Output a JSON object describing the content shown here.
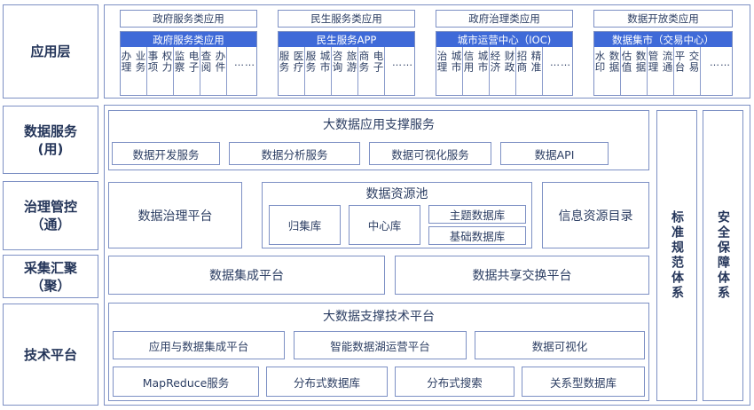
{
  "layers": {
    "app": "应用层",
    "data_service": [
      "数据服务",
      "(用)"
    ],
    "governance": [
      "治理管控",
      "（通）"
    ],
    "collect": [
      "采集汇聚",
      "（聚）"
    ],
    "tech": "技术平台"
  },
  "app_groups": [
    {
      "title": "政府服务类应用",
      "header": "政府服务类应用",
      "items": [
        [
          "业务",
          "办理"
        ],
        [
          "权力",
          "事项"
        ],
        [
          "电子",
          "监察"
        ],
        [
          "办件",
          "查阅"
        ]
      ],
      "more": "……"
    },
    {
      "title": "民生服务类应用",
      "header": "民生服务APP",
      "items": [
        [
          "医疗",
          "服务"
        ],
        [
          "城市",
          "服务"
        ],
        [
          "旅游",
          "咨询"
        ],
        [
          "电子",
          "商务"
        ]
      ],
      "more": "……"
    },
    {
      "title": "政府治理类应用",
      "header": "城市运营中心（IOC)",
      "items": [
        [
          "城市",
          "治理"
        ],
        [
          "城市",
          "信用"
        ],
        [
          "财政",
          "经济"
        ],
        [
          "精准",
          "招商"
        ]
      ],
      "more": "……"
    },
    {
      "title": "数据开放类应用",
      "header": "数据集市（交易中心）",
      "items": [
        [
          "数据",
          "水印"
        ],
        [
          "数据",
          "估值"
        ],
        [
          "流通",
          "管理"
        ],
        [
          "交易",
          "平台"
        ]
      ],
      "more": "……"
    }
  ],
  "data_service": {
    "title": "大数据应用支撑服务",
    "items": [
      "数据开发服务",
      "数据分析服务",
      "数据可视化服务",
      "数据API"
    ]
  },
  "governance": {
    "platform": "数据治理平台",
    "pool": {
      "title": "数据资源池",
      "collect_db": "归集库",
      "center_db": "中心库",
      "theme_db": "主题数据库",
      "base_db": "基础数据库"
    },
    "catalog": "信息资源目录"
  },
  "collect": {
    "integration": "数据集成平台",
    "exchange": "数据共享交换平台"
  },
  "tech": {
    "title": "大数据支撑技术平台",
    "row1": [
      "应用与数据集成平台",
      "智能数据湖运营平台",
      "数据可视化"
    ],
    "row2": [
      "MapReduce服务",
      "分布式数据库",
      "分布式搜索",
      "关系型数据库"
    ]
  },
  "side": {
    "standards": "标准规范体系",
    "security": "安全保障体系"
  }
}
